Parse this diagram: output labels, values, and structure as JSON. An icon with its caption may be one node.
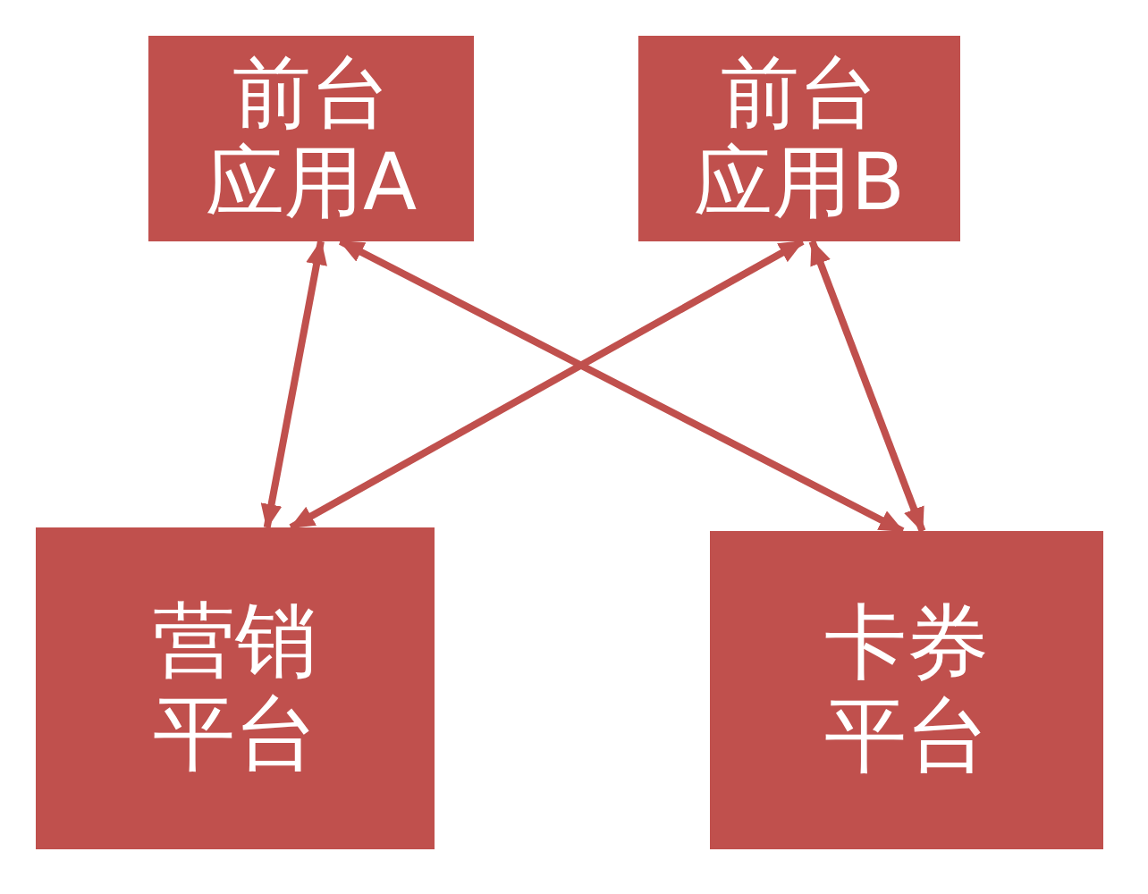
{
  "diagram": {
    "nodes": [
      {
        "text": [
          "前台应用A"
        ]
      },
      {
        "text": [
          "前台应用B"
        ]
      },
      {
        "text": [
          "营销平台"
        ]
      },
      {
        "text": [
          "卡券平台"
        ]
      }
    ],
    "edges": [
      {
        "from": 0,
        "to": 2,
        "arrow": "both"
      },
      {
        "from": 0,
        "to": 3,
        "arrow": "both"
      },
      {
        "from": 1,
        "to": 2,
        "arrow": "both"
      },
      {
        "from": 1,
        "to": 3,
        "arrow": "both"
      }
    ]
  }
}
